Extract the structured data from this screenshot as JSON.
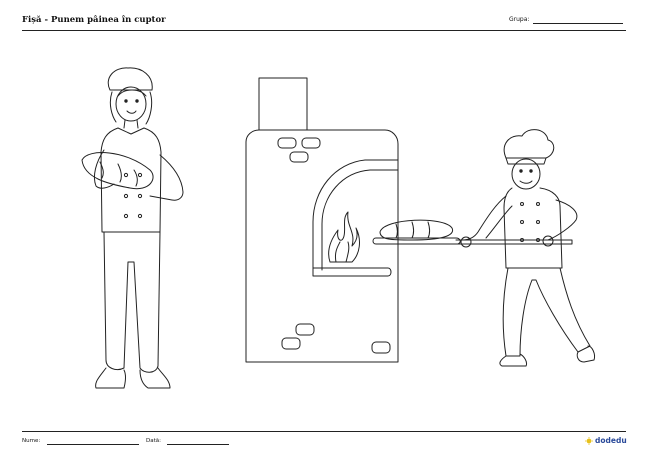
{
  "worksheet": {
    "title": "Fișă - Punem pâinea în cuptor",
    "group_label": "Grupa:",
    "name_label": "Nume:",
    "date_label": "Dată:"
  },
  "brand": {
    "name": "dodedu",
    "color": "#2a4a9a",
    "accent": "#e8c21c"
  },
  "illustration": {
    "elements": [
      "baker-holding-bread",
      "brick-oven-with-fire",
      "baker-with-peel-and-loaf"
    ]
  }
}
